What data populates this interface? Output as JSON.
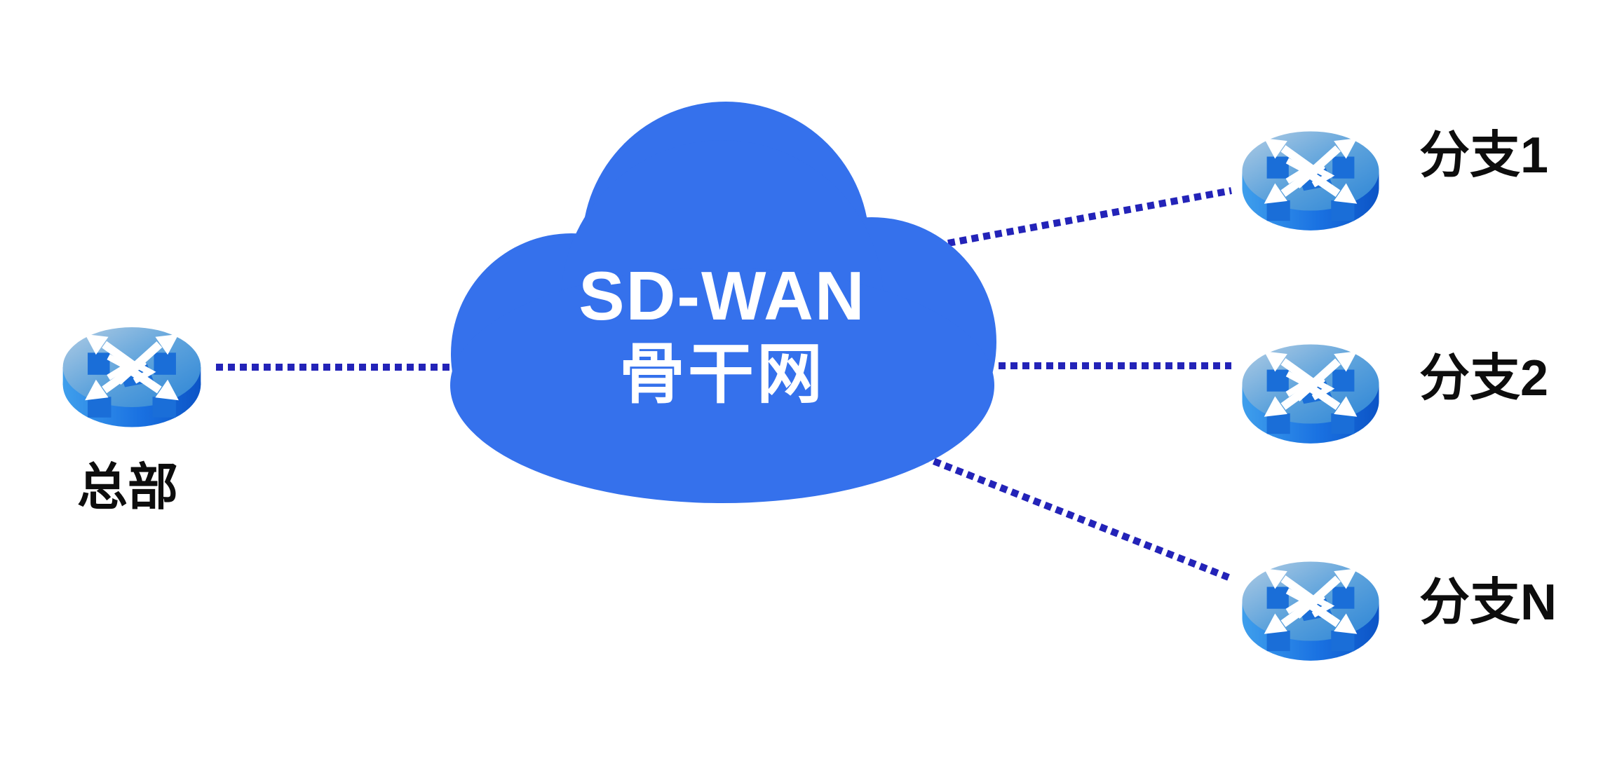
{
  "cloud": {
    "line1": "SD-WAN",
    "line2": "骨干网",
    "fill_color": "#3571ec",
    "text_color": "#ffffff"
  },
  "nodes": {
    "headquarters": {
      "label": "总部"
    },
    "branch1": {
      "label": "分支1"
    },
    "branch2": {
      "label": "分支2"
    },
    "branchN": {
      "label": "分支N"
    }
  },
  "links": {
    "style": "dotted",
    "color": "#2323b8",
    "connections": [
      {
        "from": "headquarters",
        "to": "cloud"
      },
      {
        "from": "cloud",
        "to": "branch1"
      },
      {
        "from": "cloud",
        "to": "branch2"
      },
      {
        "from": "cloud",
        "to": "branchN"
      }
    ]
  },
  "icons": {
    "router": "router-cylinder-cross-arrows-icon"
  },
  "colors": {
    "background": "#ffffff",
    "label_text": "#0d0d0d",
    "router_top_face": "#8fb6d8",
    "router_body": "#1670e0",
    "router_extrusion": "#1a6ed8"
  }
}
